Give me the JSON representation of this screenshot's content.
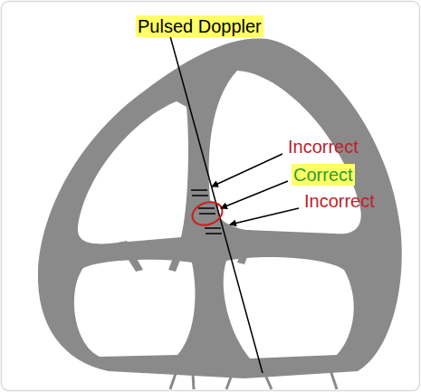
{
  "diagram": {
    "labels": [
      "Pulsed Doppler",
      "Incorrect",
      "Correct",
      "Incorrect"
    ]
  }
}
